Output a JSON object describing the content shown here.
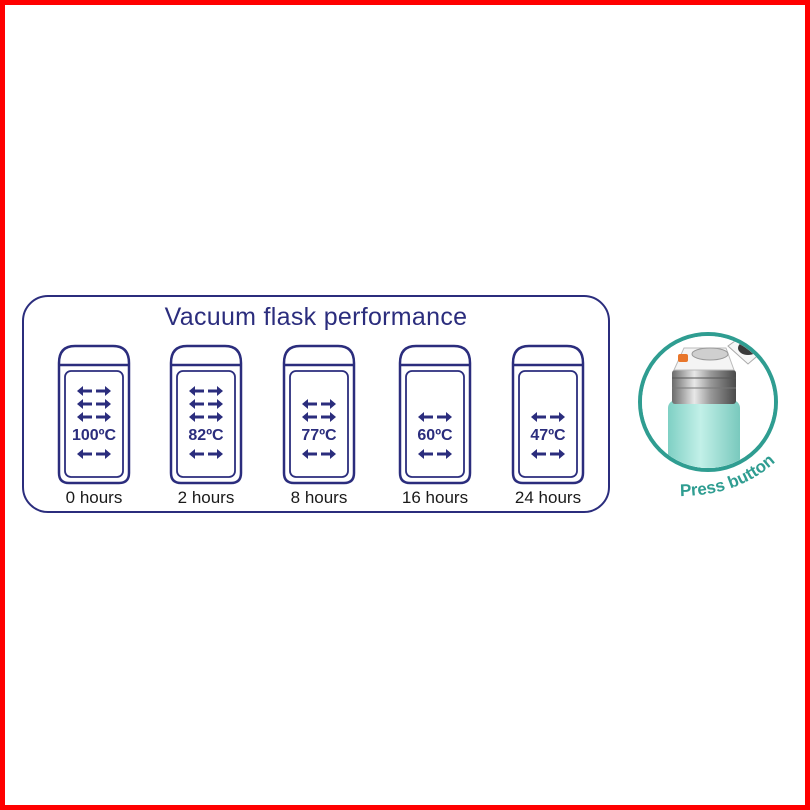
{
  "title": "Vacuum flask performance",
  "flasks": [
    {
      "temp": "100ºC",
      "hours": "0 hours",
      "arrow_pairs_above": 3,
      "arrow_pairs_below": 1
    },
    {
      "temp": "82ºC",
      "hours": "2 hours",
      "arrow_pairs_above": 3,
      "arrow_pairs_below": 1
    },
    {
      "temp": "77ºC",
      "hours": "8 hours",
      "arrow_pairs_above": 2,
      "arrow_pairs_below": 1
    },
    {
      "temp": "60ºC",
      "hours": "16 hours",
      "arrow_pairs_above": 1,
      "arrow_pairs_below": 1
    },
    {
      "temp": "47ºC",
      "hours": "24 hours",
      "arrow_pairs_above": 1,
      "arrow_pairs_below": 1
    }
  ],
  "product": {
    "label": "Press button",
    "bottle_color": "#9fe3d6",
    "ring_color": "#2f9d91",
    "label_color": "#2f9d91",
    "button_color": "#e8762b"
  },
  "colors": {
    "accent": "#2b2d7d",
    "frame": "#ff0000"
  }
}
